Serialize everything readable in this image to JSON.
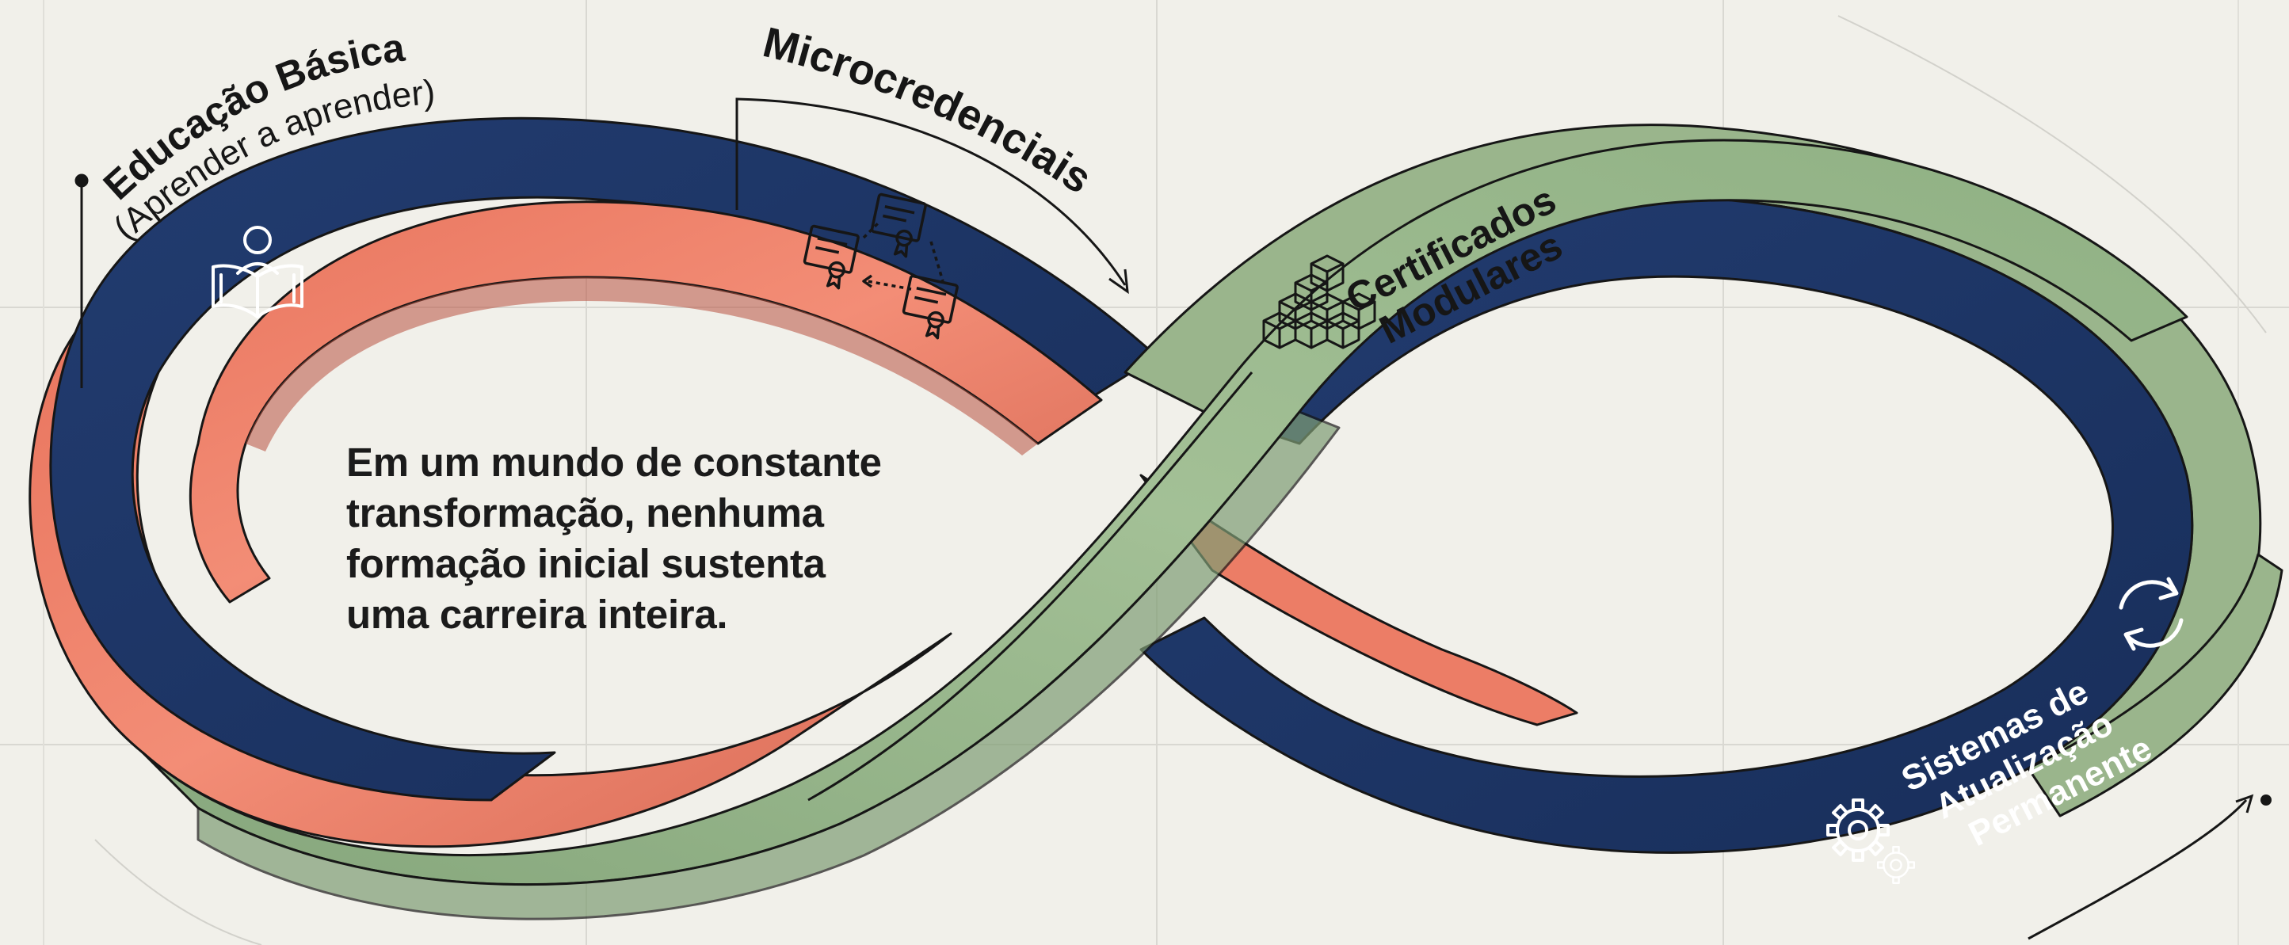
{
  "stages": [
    {
      "title": "Educação Básica",
      "subtitle": "(Aprender a aprender)",
      "icon": "open-book-reader-icon"
    },
    {
      "title": "Microcredenciais",
      "icon": "linked-certificates-icon"
    },
    {
      "title_lines": [
        "Certificados",
        "Modulares"
      ],
      "icon": "stacked-blocks-icon"
    },
    {
      "title_lines": [
        "Sistemas de",
        "Atualização",
        "Permanente"
      ],
      "icons": [
        "refresh-cycle-icon",
        "gears-icon"
      ]
    }
  ],
  "statement": {
    "lines": [
      "Em um mundo de constante",
      "transformação, nenhuma",
      "formação inicial sustenta",
      "uma carreira inteira."
    ]
  },
  "colors": {
    "background": "#f1f0ea",
    "navy_band": "#1f3869",
    "coral_band": "#ef8069",
    "sage_band": "#9cba8f",
    "outline": "#161616",
    "text": "#1b1b1b",
    "text_on_dark": "#ffffff"
  }
}
